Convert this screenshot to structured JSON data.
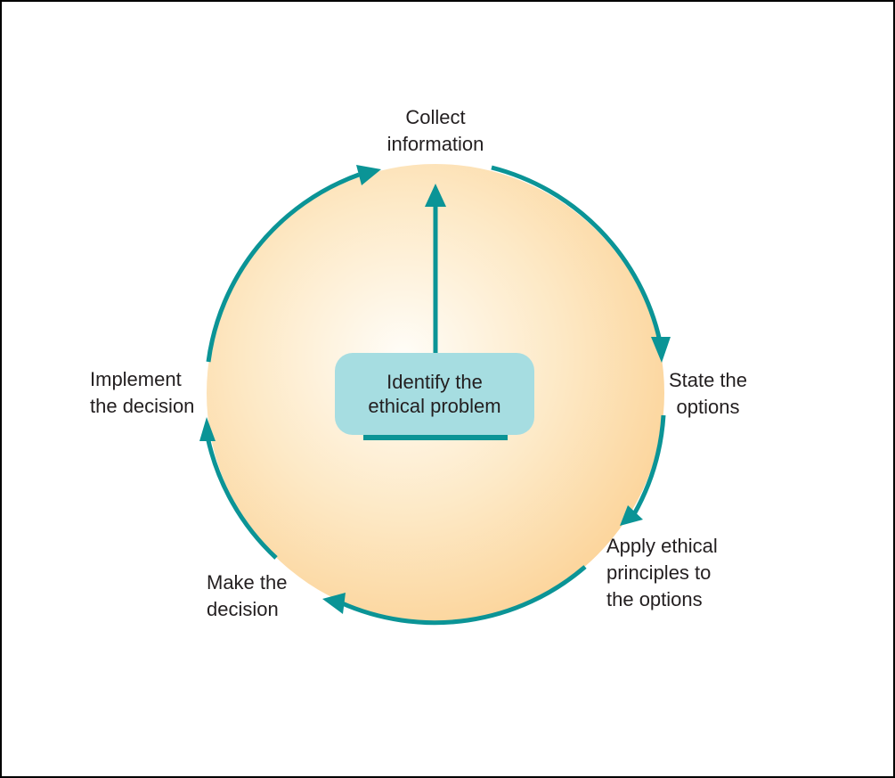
{
  "colors": {
    "arrow": "#0b9496",
    "circle_center": "#fffdf8",
    "circle_edge": "#fcd49a",
    "box_fill": "#a6dde1",
    "text": "#231f20"
  },
  "center": {
    "label": "Identify the\nethical problem"
  },
  "steps": [
    {
      "id": "collect",
      "label": "Collect\ninformation"
    },
    {
      "id": "state",
      "label": "State the\noptions"
    },
    {
      "id": "apply",
      "label": "Apply ethical\nprinciples to\nthe options"
    },
    {
      "id": "make",
      "label": "Make the\ndecision"
    },
    {
      "id": "implement",
      "label": "Implement\nthe decision"
    }
  ]
}
